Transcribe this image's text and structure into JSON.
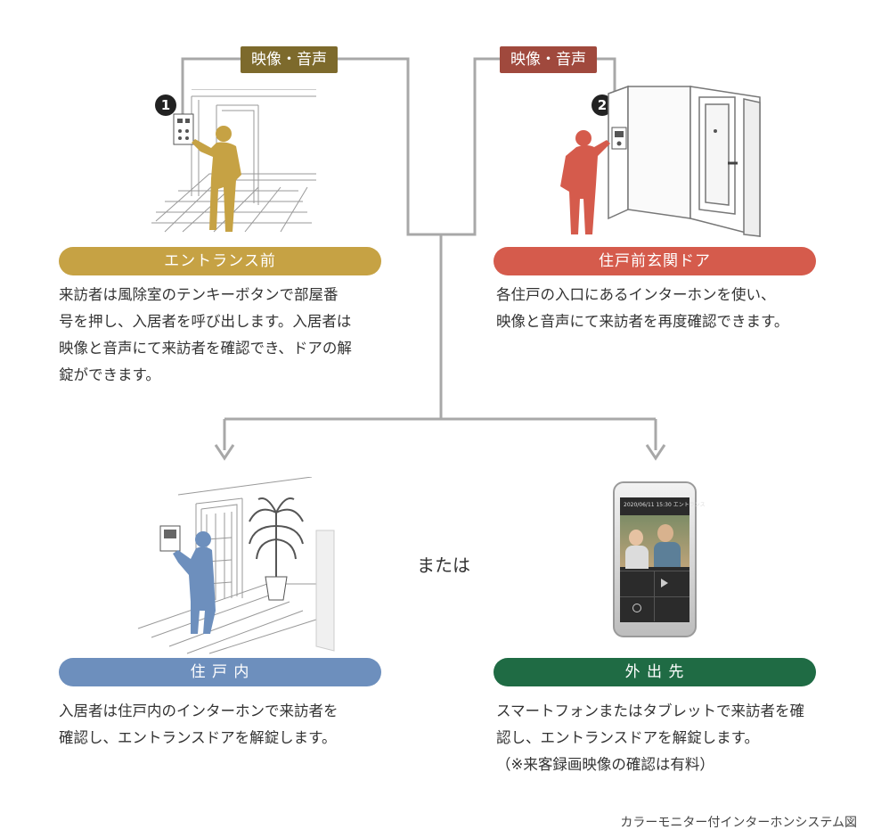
{
  "connectors": {
    "tag_left": "映像・音声",
    "tag_right": "映像・音声"
  },
  "markers": {
    "one": "1",
    "two": "2"
  },
  "nodes": {
    "entrance": {
      "title": "エントランス前",
      "desc": [
        "来訪者は風除室のテンキーボタンで部屋番",
        "号を押し、入居者を呼び出します。入居者は",
        "映像と音声にて来訪者を確認でき、ドアの解",
        "錠ができます。"
      ]
    },
    "door": {
      "title": "住戸前玄関ドア",
      "desc": [
        "各住戸の入口にあるインターホンを使い、",
        "映像と音声にて来訪者を再度確認できます。"
      ]
    },
    "inside": {
      "title": "住 戸 内",
      "desc": [
        "入居者は住戸内のインターホンで来訪者を",
        "確認し、エントランスドアを解錠します。"
      ]
    },
    "outside": {
      "title": "外 出 先",
      "desc": [
        "スマートフォンまたはタブレットで来訪者を確",
        "認し、エントランスドアを解錠します。",
        "（※来客録画映像の確認は有料）"
      ]
    }
  },
  "or_label": "または",
  "phone_screen": {
    "status": "2020/06/11 15:30 エントランス"
  },
  "caption": "カラーモニター付インターホンシステム図",
  "colors": {
    "gold": "#c6a244",
    "gold_tag": "#7d6a2c",
    "red": "#d55b4c",
    "red_tag": "#a0493d",
    "blue": "#6d8fbd",
    "green": "#1f6b44",
    "line": "#a8a8a8"
  }
}
